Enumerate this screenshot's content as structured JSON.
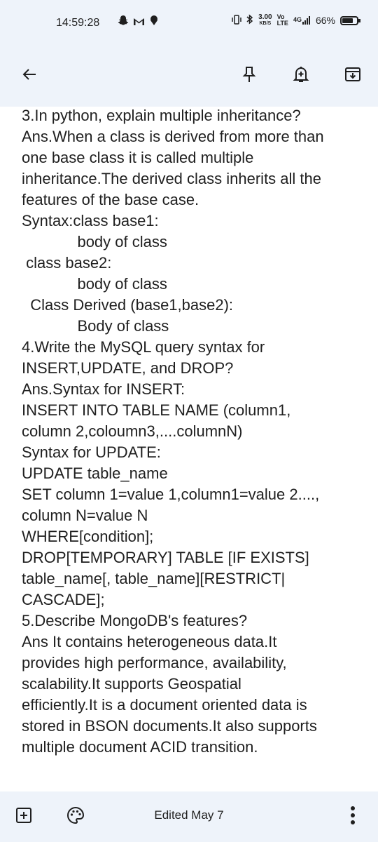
{
  "status": {
    "time": "14:59:28",
    "speed_value": "3.00",
    "speed_unit": "KB/S",
    "lte_top": "Vo",
    "lte_bottom": "LTE",
    "network": "4G",
    "battery": "66%"
  },
  "note": {
    "lines": [
      "3.In python, explain multiple inheritance?",
      "Ans.When a class is derived from more than",
      "one base class it is called multiple",
      "inheritance.The derived class inherits all the",
      "features of the base case.",
      "Syntax:class base1:",
      "             body of class",
      " class base2:",
      "             body of class",
      "  Class Derived (base1,base2):",
      "             Body of class",
      "4.Write the MySQL query syntax for",
      "INSERT,UPDATE, and DROP?",
      "Ans.Syntax for INSERT:",
      "INSERT INTO TABLE NAME (column1,",
      "column 2,coloumn3,....columnN)",
      "Syntax for UPDATE:",
      "UPDATE table_name",
      "SET column 1=value 1,column1=value 2....,",
      "column N=value N",
      "WHERE[condition];",
      "DROP[TEMPORARY] TABLE [IF EXISTS]",
      "table_name[, table_name][RESTRICT|",
      "CASCADE];",
      "5.Describe MongoDB's features?",
      "Ans It contains heterogeneous data.It",
      "provides high performance, availability,",
      "scalability.It supports Geospatial",
      "efficiently.It is a document oriented data is",
      "stored in BSON documents.It also supports",
      "multiple document ACID transition."
    ]
  },
  "footer": {
    "edited": "Edited May 7"
  },
  "icons": {
    "back": "arrow-back-icon",
    "pin": "pin-icon",
    "reminder": "add-reminder-icon",
    "archive": "archive-icon",
    "add": "add-box-icon",
    "palette": "palette-icon",
    "more": "more-vertical-icon"
  }
}
